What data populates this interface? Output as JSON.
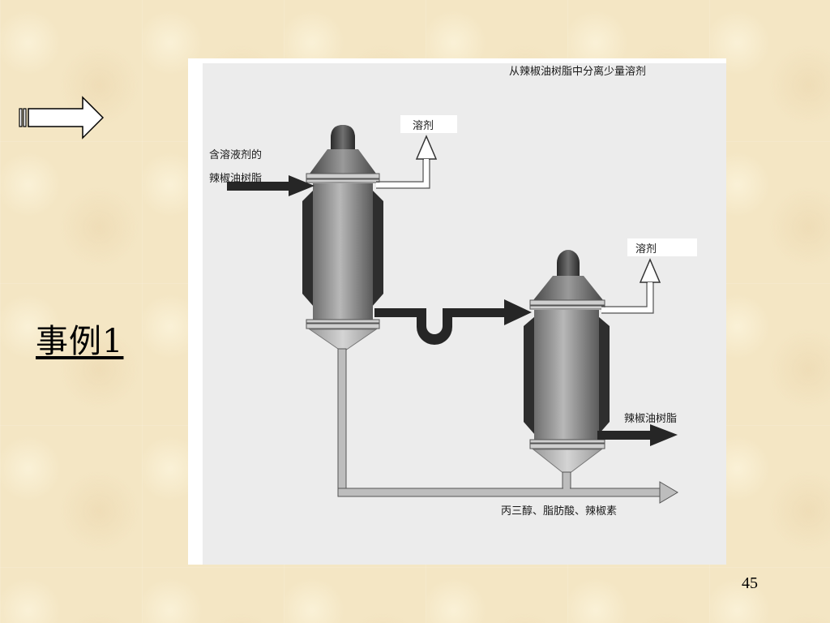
{
  "slide": {
    "title": "事例1",
    "page_number": "45"
  },
  "figure": {
    "caption": "从辣椒油树脂中分离少量溶剂",
    "feed_label_line1": "含溶液剂的",
    "feed_label_line2": "辣椒油树脂",
    "solvent_label_1": "溶剂",
    "solvent_label_2": "溶剂",
    "product_label": "辣椒油树脂",
    "bottoms_label": "丙三醇、脂肪酸、辣椒素"
  },
  "colors": {
    "background": "#f4e6c4",
    "figure_bg": "#ececec",
    "arrow_dark": "#262626",
    "jacket": "#2e2e2e"
  },
  "icons": {
    "nav": "right-arrow-icon"
  }
}
